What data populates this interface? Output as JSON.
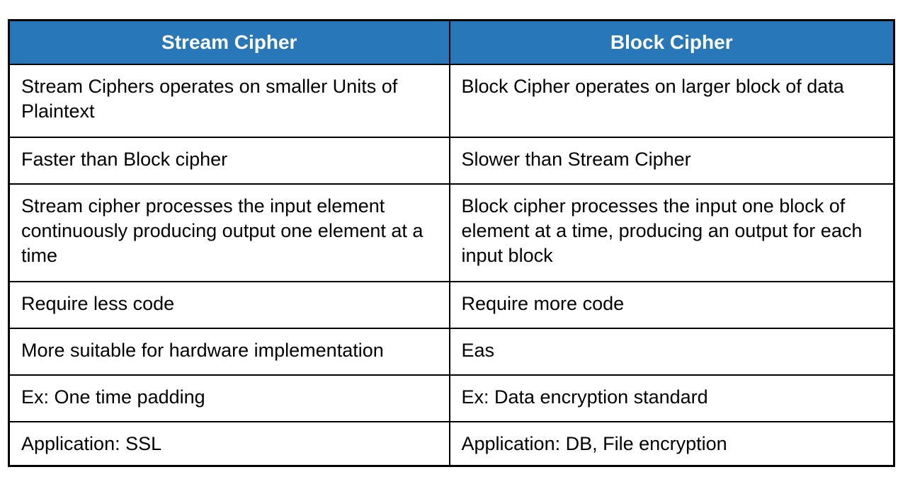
{
  "table": {
    "colors": {
      "header_bg": "#2878B9",
      "header_text": "#FFFFFF",
      "border": "#000000",
      "body_text": "#000000",
      "page_bg": "#FFFFFF"
    },
    "header": {
      "left": "Stream Cipher",
      "right": "Block Cipher"
    },
    "rows": [
      {
        "left": "Stream Ciphers operates on smaller Units of Plaintext",
        "right": "Block Cipher operates on larger block of data"
      },
      {
        "left": "Faster than Block cipher",
        "right": "Slower than Stream Cipher"
      },
      {
        "left": "Stream cipher processes the input element continuously producing output one element at a time",
        "right": "Block cipher processes the input one block of element at a time, producing an output for each input block"
      },
      {
        "left": "Require less code",
        "right": "Require more code"
      },
      {
        "left": "More suitable for hardware implementation",
        "right": "Eas"
      },
      {
        "left": "Ex: One time padding",
        "right": "Ex: Data encryption standard"
      },
      {
        "left": "Application: SSL",
        "right": "Application: DB, File encryption"
      }
    ]
  }
}
